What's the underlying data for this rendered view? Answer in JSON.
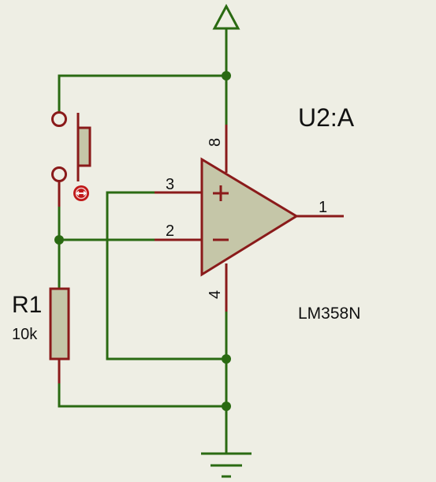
{
  "colors": {
    "background": "#eeeee4",
    "wire": "#2a6a12",
    "pin": "#8a1a1a",
    "body_fill": "#c5c6a8",
    "text": "#111111"
  },
  "opamp": {
    "ref": "U2:A",
    "value": "LM358N",
    "pins": {
      "plus": "3",
      "minus": "2",
      "out": "1",
      "vcc": "8",
      "gnd": "4"
    },
    "plus_sign": "+",
    "minus_sign": "−"
  },
  "resistor": {
    "ref": "R1",
    "value": "10k"
  },
  "switch": {
    "type": "pushbutton"
  },
  "power": {
    "type": "supply-arrow"
  },
  "ground": {
    "type": "ground"
  }
}
